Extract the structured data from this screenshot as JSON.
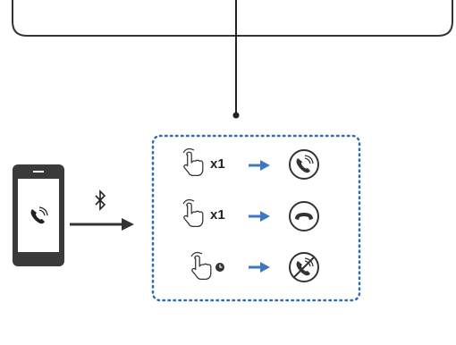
{
  "colors": {
    "outline": "#333333",
    "dotted_box": "#2f6eb5",
    "arrow_blue": "#3f78c2",
    "phone_body": "#3a3a3a",
    "phone_screen": "#ffffff"
  },
  "rows": [
    {
      "gesture": "tap",
      "label": "x1",
      "result_icon": "phone-answer-icon"
    },
    {
      "gesture": "tap",
      "label": "x1",
      "result_icon": "phone-hangup-icon"
    },
    {
      "gesture": "tap-hold",
      "label": "",
      "result_icon": "phone-reject-icon"
    }
  ],
  "link": {
    "icon": "bluetooth-icon"
  },
  "device": {
    "icon": "phone-ringing-icon"
  }
}
